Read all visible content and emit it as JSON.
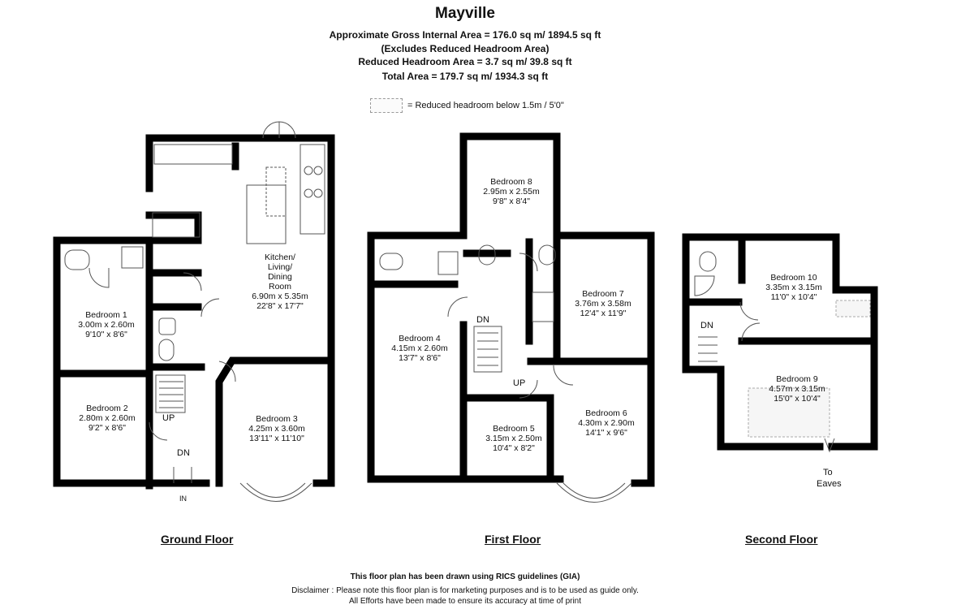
{
  "title": "Mayville",
  "areas": [
    "Approximate Gross Internal Area = 176.0 sq m/ 1894.5 sq ft",
    "(Excludes Reduced Headroom Area)",
    "Reduced Headroom Area = 3.7 sq m/ 39.8 sq ft",
    "Total Area = 179.7 sq m/ 1934.3 sq ft"
  ],
  "legend": "= Reduced headroom below 1.5m / 5'0\"",
  "floors": {
    "ground": "Ground Floor",
    "first": "First Floor",
    "second": "Second Floor"
  },
  "rooms": {
    "kitchen": [
      "Kitchen/",
      "Living/",
      "Dining",
      "Room",
      "6.90m x 5.35m",
      "22'8\" x 17'7\""
    ],
    "bed1": [
      "Bedroom 1",
      "3.00m x 2.60m",
      "9'10\" x 8'6\""
    ],
    "bed2": [
      "Bedroom 2",
      "2.80m x 2.60m",
      "9'2\" x 8'6\""
    ],
    "bed3": [
      "Bedroom 3",
      "4.25m x 3.60m",
      "13'11\" x 11'10\""
    ],
    "bed4": [
      "Bedroom 4",
      "4.15m x 2.60m",
      "13'7\" x 8'6\""
    ],
    "bed5": [
      "Bedroom 5",
      "3.15m x 2.50m",
      "10'4\" x 8'2\""
    ],
    "bed6": [
      "Bedroom 6",
      "4.30m x 2.90m",
      "14'1\" x 9'6\""
    ],
    "bed7": [
      "Bedroom 7",
      "3.76m x 3.58m",
      "12'4\" x 11'9\""
    ],
    "bed8": [
      "Bedroom 8",
      "2.95m x 2.55m",
      "9'8\" x 8'4\""
    ],
    "bed9": [
      "Bedroom 9",
      "4.57m x 3.15m",
      "15'0\" x 10'4\""
    ],
    "bed10": [
      "Bedroom 10",
      "3.35m x 3.15m",
      "11'0\" x 10'4\""
    ]
  },
  "tags": {
    "up": "UP",
    "dn": "DN",
    "in": "IN",
    "to": "To",
    "eaves": "Eaves"
  },
  "footer": {
    "rics": "This floor plan has been drawn using RICS guidelines (GIA)",
    "line1": "Disclaimer : Please note this floor plan is for marketing purposes and is to be used as guide only.",
    "line2": "All Efforts have been made to ensure its accuracy at time of print"
  },
  "colors": {
    "wall": "#000000",
    "background": "#ffffff",
    "fixture": "#666666"
  }
}
